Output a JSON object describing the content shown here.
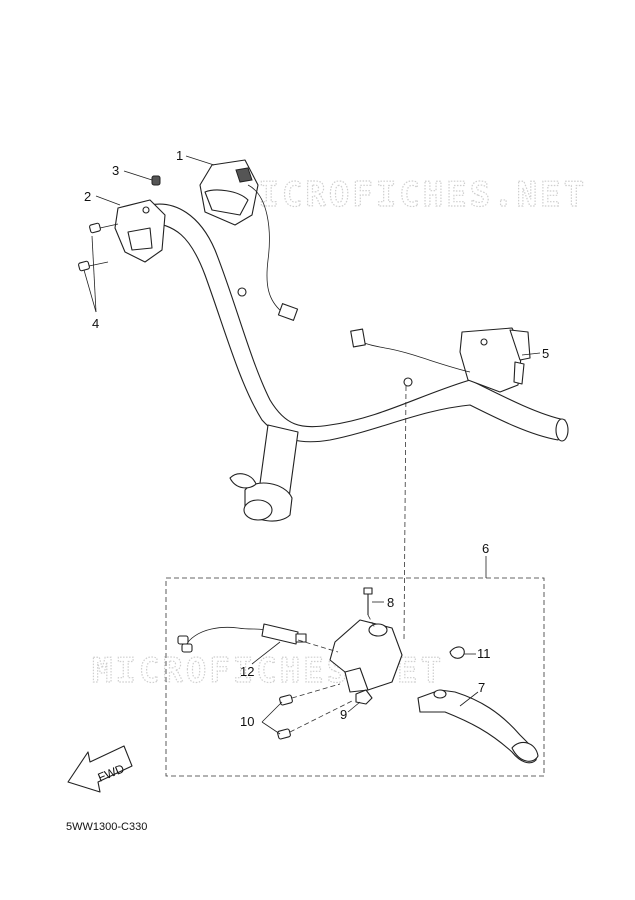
{
  "watermarks": [
    "MICROFICHES.NET",
    "MICROFICHES.NET"
  ],
  "callouts": [
    "1",
    "2",
    "3",
    "4",
    "5",
    "6",
    "7",
    "8",
    "9",
    "10",
    "11",
    "12"
  ],
  "fwd_label": "FWD",
  "reference_code": "5WW1300-C330"
}
